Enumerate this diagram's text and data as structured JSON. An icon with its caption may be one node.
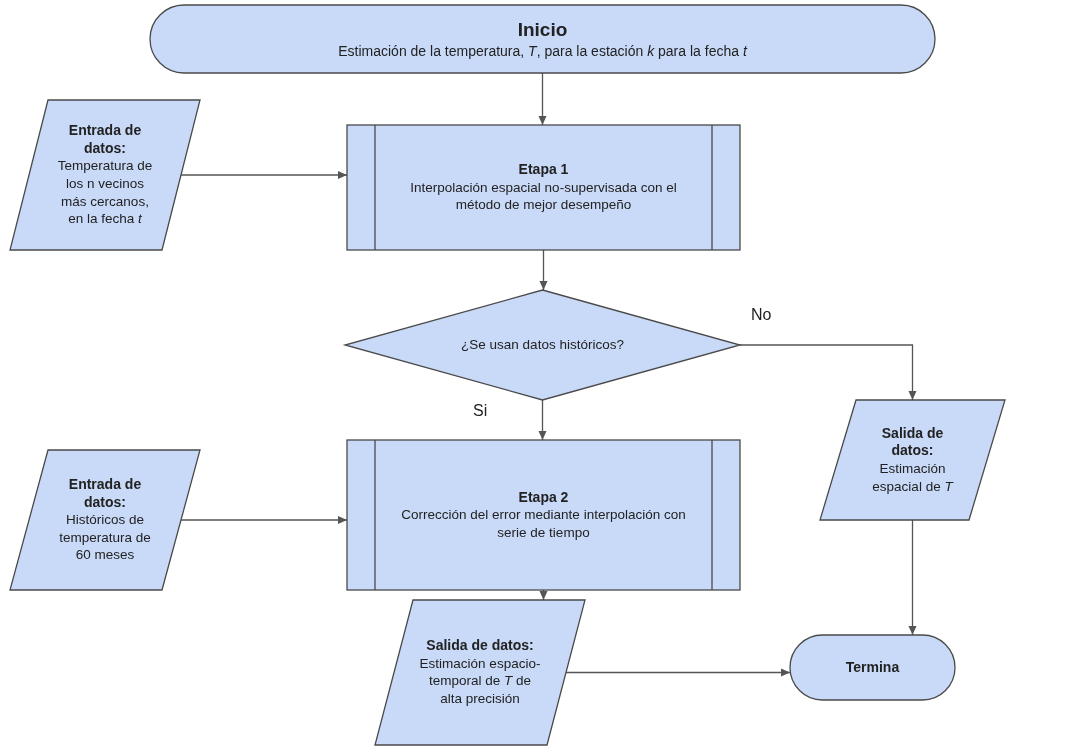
{
  "diagram": {
    "nodes": [
      {
        "text": [
          "Inicio",
          "Estimación de la temperatura, *T*, para la estación *k* para la fecha *t*"
        ]
      },
      {
        "text": [
          "Entrada de datos:",
          "Temperatura de los n vecinos más cercanos, en la fecha *t*"
        ]
      },
      {
        "text": [
          "Etapa 1",
          "Interpolación espacial no-supervisada con el método de mejor desempeño"
        ]
      },
      {
        "text": [
          "¿Se usan datos históricos?"
        ]
      },
      {
        "text": [
          "Entrada de datos:",
          "Históricos de temperatura de 60 meses"
        ]
      },
      {
        "text": [
          "Etapa 2",
          "Corrección del error mediante interpolación con serie de tiempo"
        ]
      },
      {
        "text": [
          "Salida de datos:",
          "Estimación espacial de *T*"
        ]
      },
      {
        "text": [
          "Salida de datos:",
          "Estimación espacio-temporal de *T* de alta precisión"
        ]
      },
      {
        "text": [
          "Termina"
        ]
      }
    ],
    "edges": [
      {
        "from": 0,
        "to": 2,
        "arrow": "to"
      },
      {
        "from": 1,
        "to": 2,
        "arrow": "to"
      },
      {
        "from": 2,
        "to": 3,
        "arrow": "to"
      },
      {
        "from": 3,
        "to": 5,
        "arrow": "to",
        "label": "Si"
      },
      {
        "from": 3,
        "to": 6,
        "arrow": "to",
        "label": "No"
      },
      {
        "from": 4,
        "to": 5,
        "arrow": "to"
      },
      {
        "from": 5,
        "to": 7,
        "arrow": "to"
      },
      {
        "from": 7,
        "to": 8,
        "arrow": "to"
      },
      {
        "from": 6,
        "to": 8,
        "arrow": "to"
      }
    ]
  }
}
